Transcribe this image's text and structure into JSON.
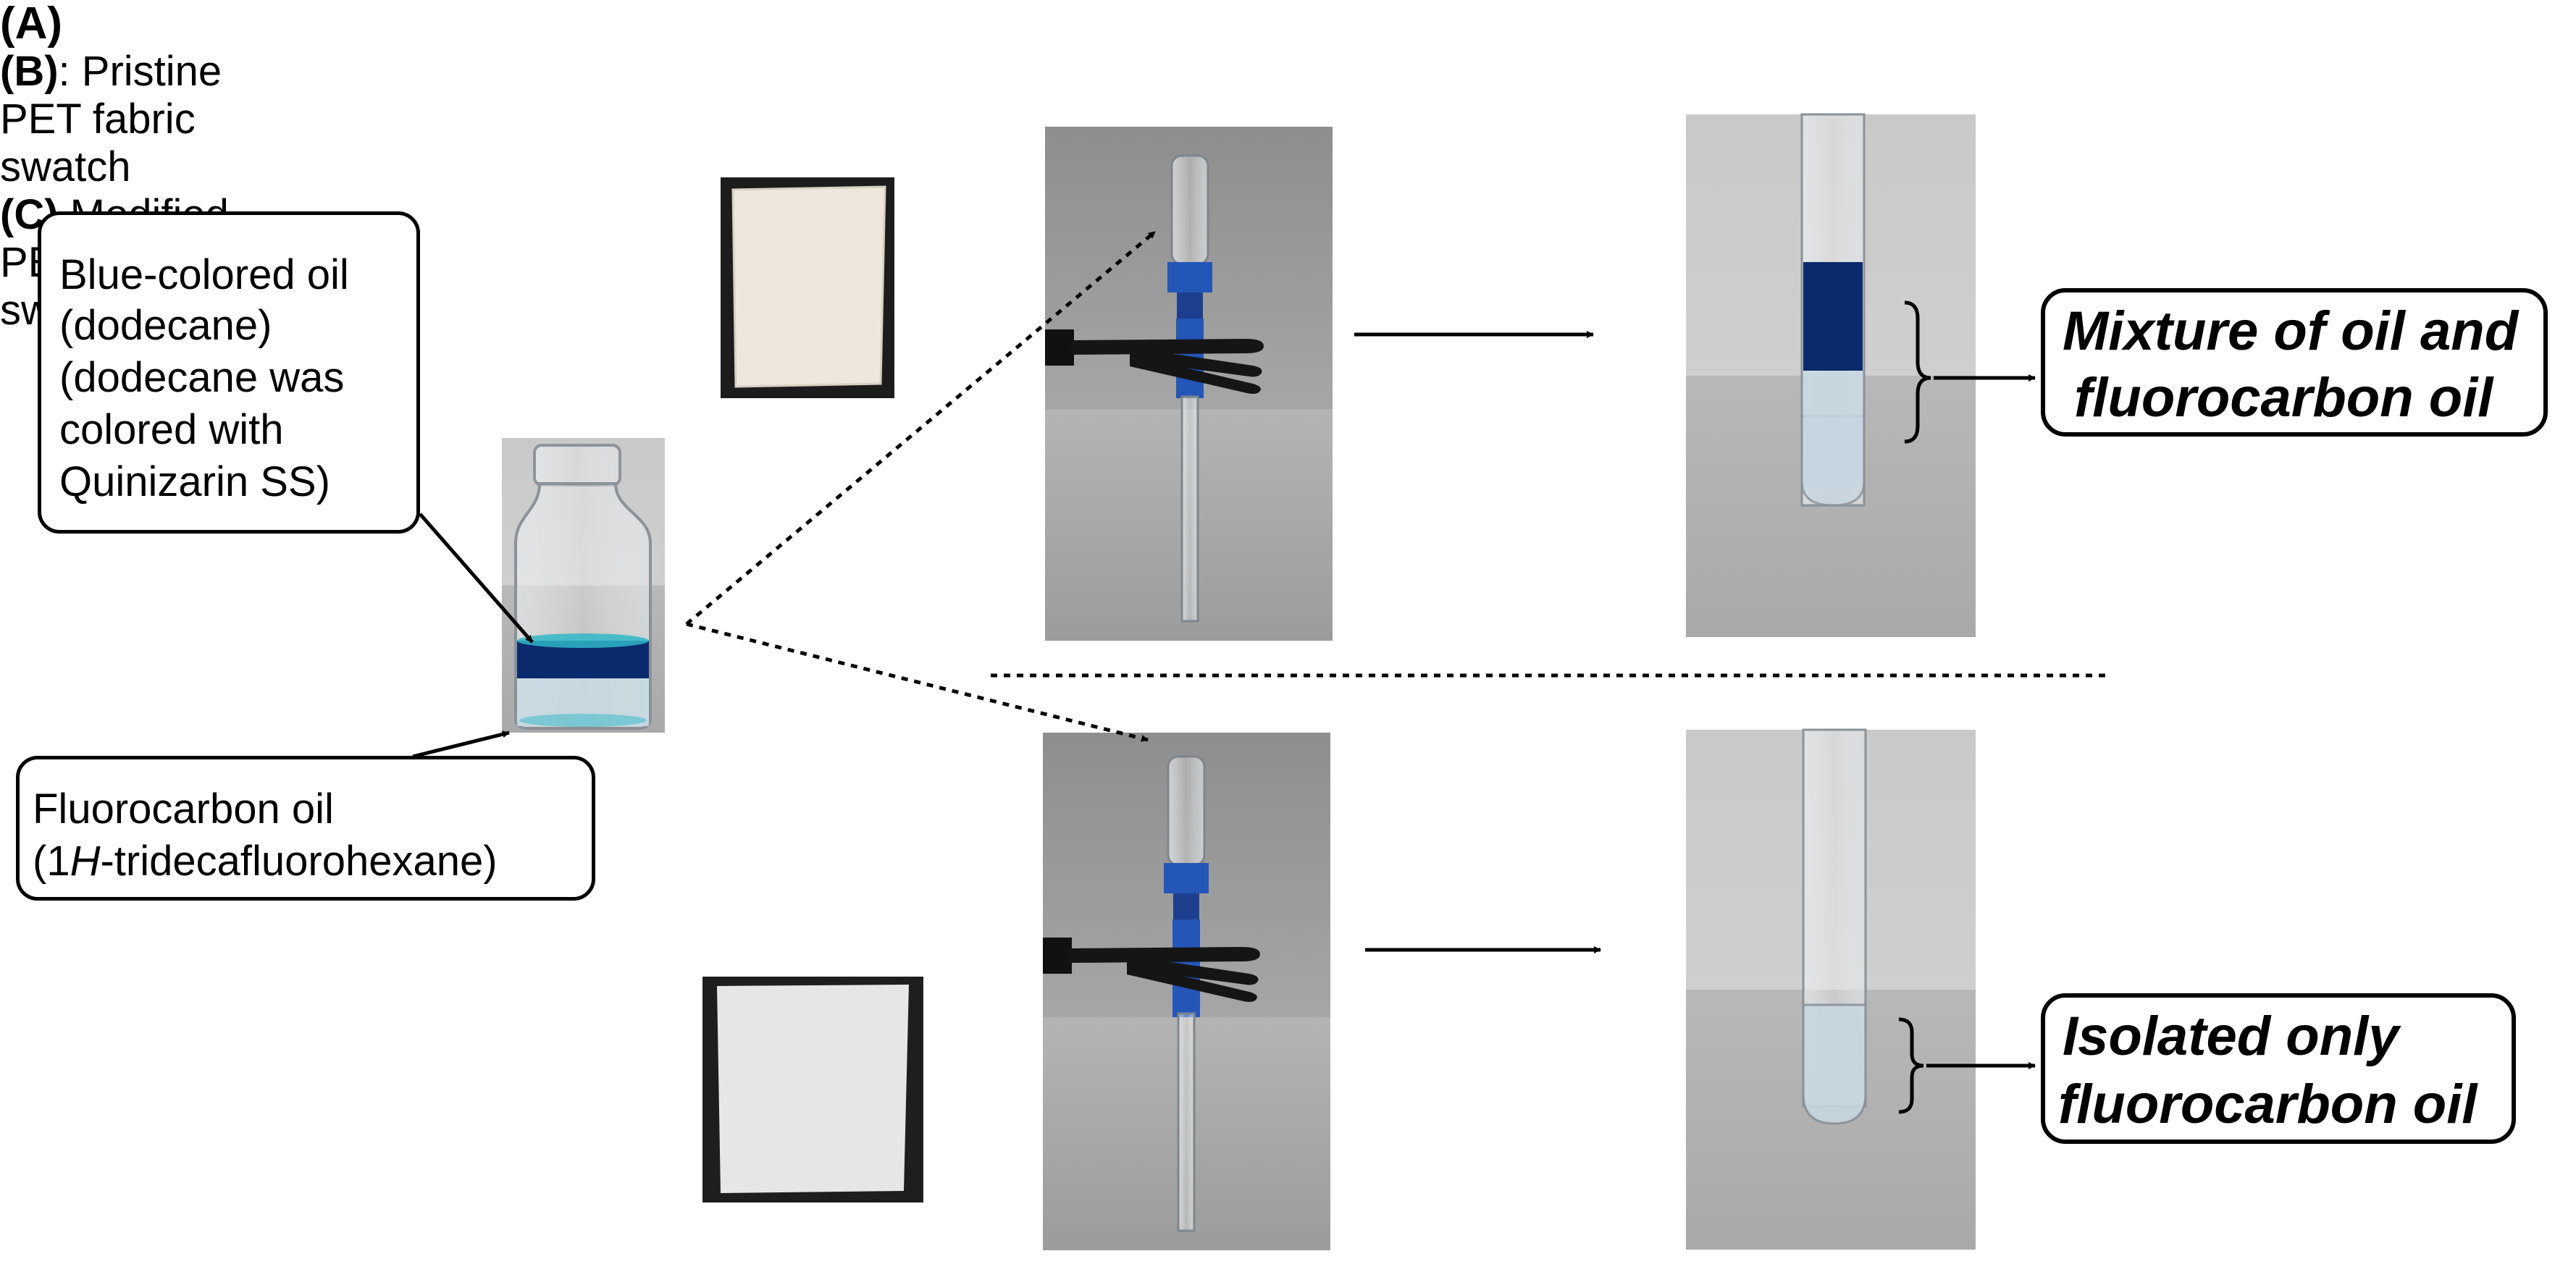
{
  "panel_a": {
    "tag": "(A)",
    "callout_top": {
      "lines": [
        "Blue-colored oil",
        "(dodecane)",
        "(dodecane was",
        "colored with",
        "Quinizarin SS)"
      ]
    },
    "callout_bottom": {
      "line1": "Fluorocarbon oil",
      "line2_prefix": "(1",
      "line2_italic": "H",
      "line2_suffix": "-tridecafluorohexane)"
    }
  },
  "panel_b": {
    "tag": "(B)",
    "tag_suffix": ":",
    "lines": [
      "Pristine",
      "PET fabric",
      "swatch"
    ]
  },
  "panel_c": {
    "tag": "(C)",
    "lines": [
      "Modified",
      "PET fabric",
      "swatch"
    ]
  },
  "result_top": {
    "lines": [
      "Mixture of oil and",
      "fluorocarbon oil"
    ]
  },
  "result_bottom": {
    "lines": [
      "Isolated only",
      "fluorocarbon oil"
    ]
  },
  "colors": {
    "oil_blue": "#0b2a6e",
    "cap_blue": "#2456b8",
    "photo_gray": "#9a9a9a",
    "fluoro_tint": "#c7d3da"
  }
}
